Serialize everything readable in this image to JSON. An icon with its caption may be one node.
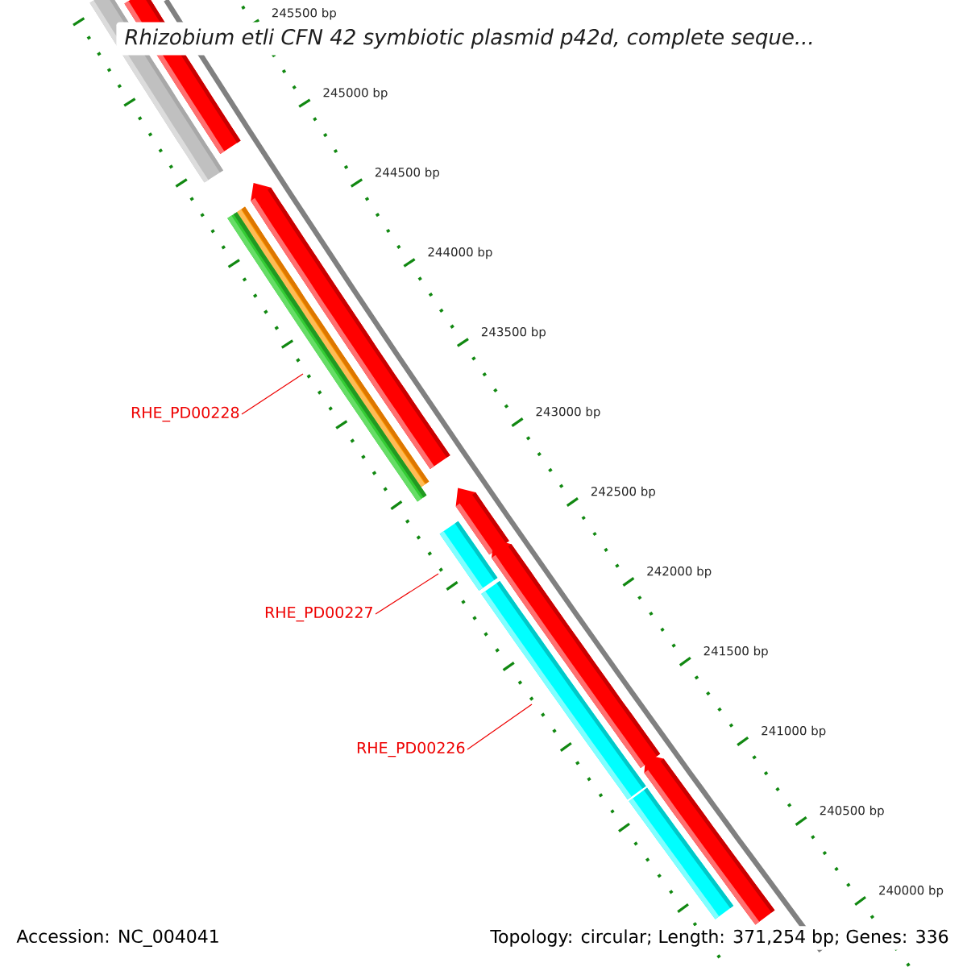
{
  "diagram": {
    "title": "Rhizobium etli CFN 42 symbiotic plasmid p42d, complete seque...",
    "nodes": [
      {
        "text": [],
        "shape": "bar"
      },
      {
        "text": [],
        "shape": "bar"
      },
      {
        "text": [],
        "shape": "bar"
      },
      {
        "text": [],
        "shape": "bar"
      },
      {
        "text": [],
        "shape": "bar"
      },
      {
        "text": [
          "RHE_PD00228"
        ]
      },
      {
        "text": [],
        "shape": "bar"
      },
      {
        "text": [],
        "shape": "bar"
      },
      {
        "text": [
          "RHE_PD00227"
        ]
      },
      {
        "text": [],
        "shape": "bar"
      },
      {
        "text": [],
        "shape": "bar"
      },
      {
        "text": [
          "RHE_PD00226"
        ]
      },
      {
        "text": [],
        "shape": "bar"
      },
      {
        "text": [],
        "shape": "bar"
      }
    ],
    "edges": [
      {
        "from": 5,
        "to": 4,
        "arrow": "none"
      },
      {
        "from": 8,
        "to": 7,
        "arrow": "none"
      },
      {
        "from": 11,
        "to": 10,
        "arrow": "none"
      }
    ],
    "labels": [
      "245500 bp",
      "245000 bp",
      "244500 bp",
      "244000 bp",
      "243500 bp",
      "243000 bp",
      "242500 bp",
      "242000 bp",
      "241500 bp",
      "241000 bp",
      "240500 bp",
      "240000 bp",
      "Accession: NC_004041",
      "Topology: circular; Length: 371,254 bp; Genes: 336"
    ]
  }
}
